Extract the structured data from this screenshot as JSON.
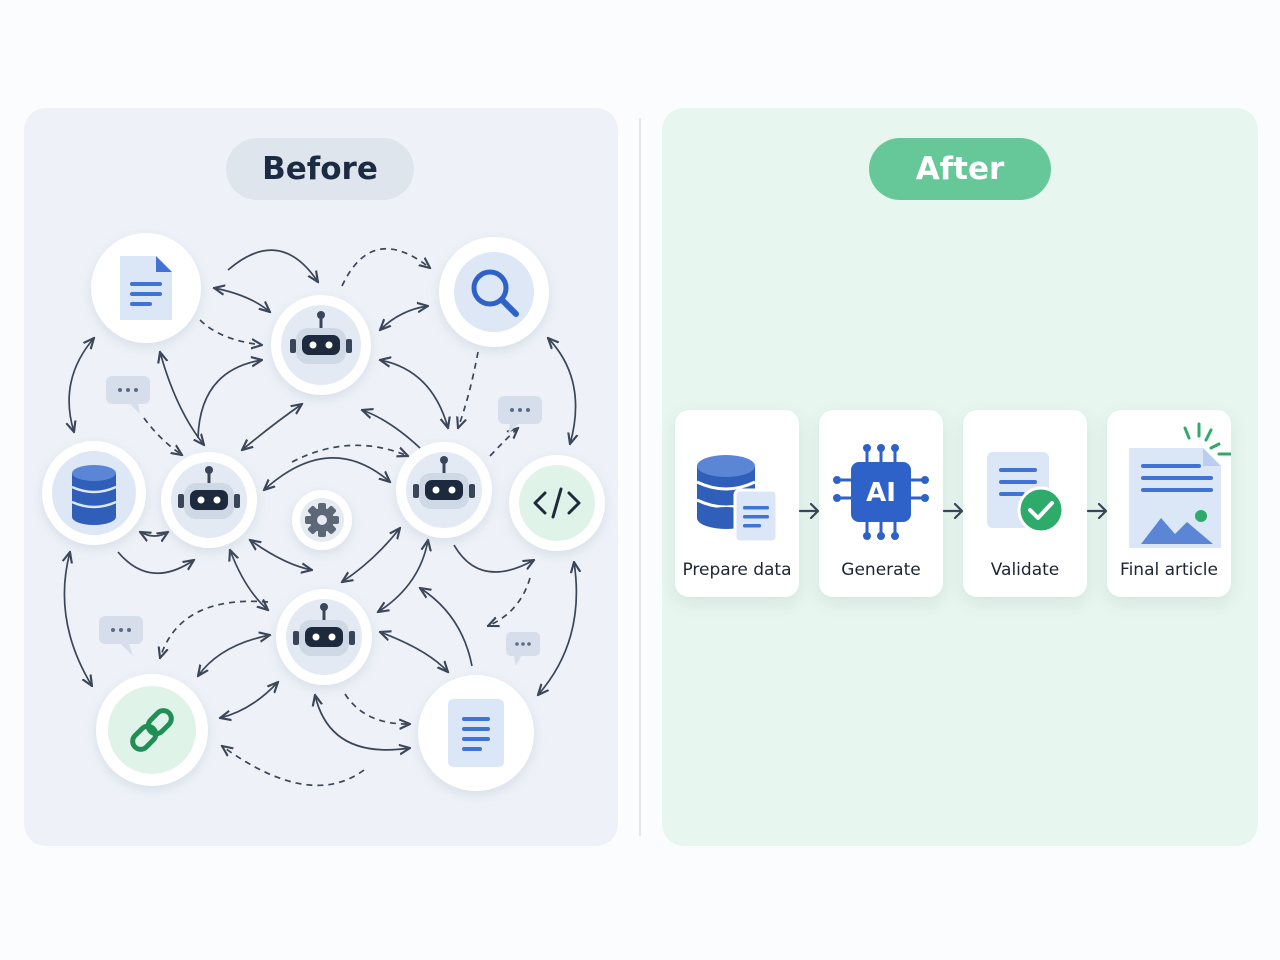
{
  "before": {
    "label": "Before"
  },
  "after": {
    "label": "After",
    "steps": [
      {
        "label": "Prepare data",
        "icon": "database-document-icon"
      },
      {
        "label": "Generate",
        "icon": "ai-chip-icon",
        "icon_text": "AI"
      },
      {
        "label": "Validate",
        "icon": "document-check-icon"
      },
      {
        "label": "Final article",
        "icon": "article-image-icon"
      }
    ]
  },
  "colors": {
    "before_panel": "#eef2f8",
    "after_panel": "#e8f6f0",
    "after_pill": "#66c898",
    "accent_blue": "#2f62c8",
    "accent_green": "#2eaa6a"
  }
}
